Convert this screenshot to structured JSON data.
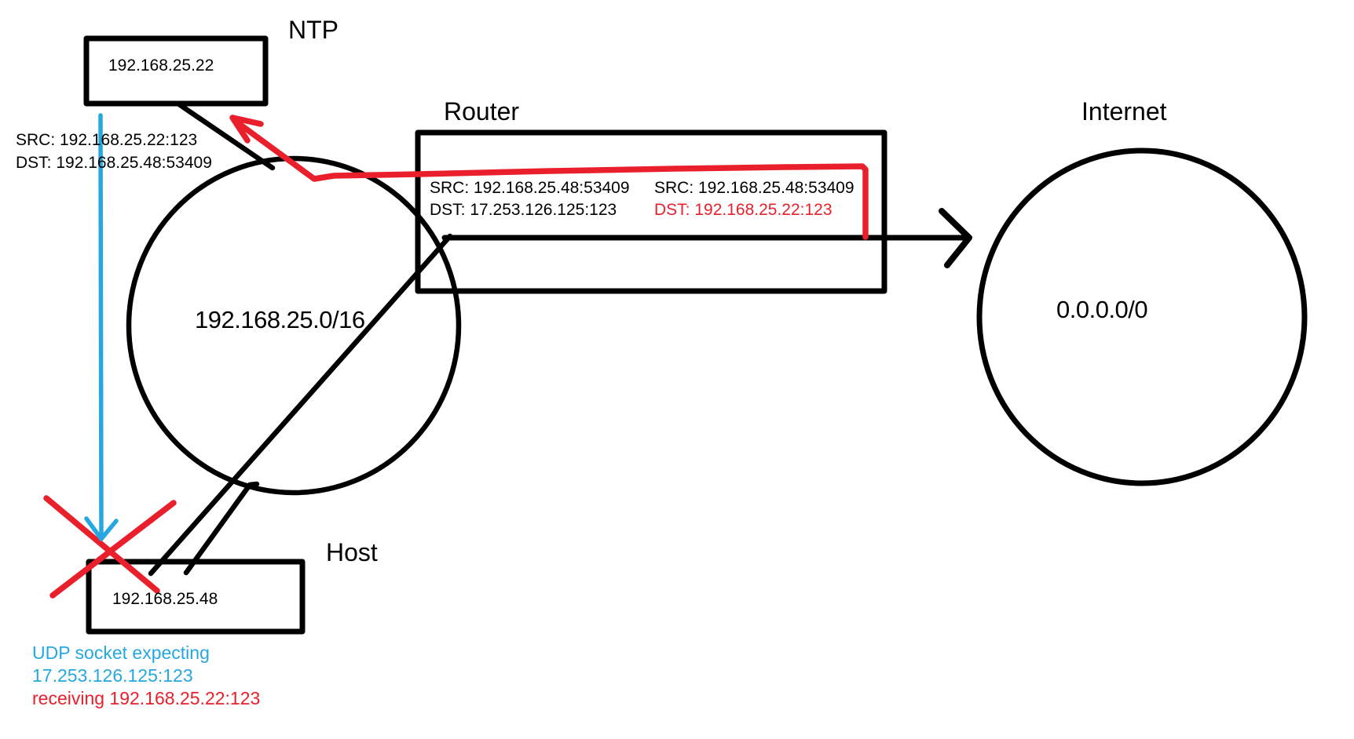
{
  "colors": {
    "red": "#e9202c",
    "blue": "#27a7df",
    "black": "#000000"
  },
  "nodes": {
    "ntp": {
      "label": "NTP",
      "ip": "192.168.25.22"
    },
    "router": {
      "label": "Router"
    },
    "host": {
      "label": "Host",
      "ip": "192.168.25.48"
    },
    "lan": {
      "cidr": "192.168.25.0/16"
    },
    "internet": {
      "label": "Internet",
      "cidr": "0.0.0.0/0"
    }
  },
  "packets": {
    "ntp_reply_lan": {
      "src": "SRC: 192.168.25.22:123",
      "dst": "DST: 192.168.25.48:53409"
    },
    "router_forward": {
      "src": "SRC: 192.168.25.48:53409",
      "dst": "DST: 17.253.126.125:123"
    },
    "router_rewritten": {
      "src": "SRC: 192.168.25.48:53409",
      "dst": "DST: 192.168.25.22:123"
    }
  },
  "note": {
    "line1": "UDP socket expecting",
    "line2": "17.253.126.125:123",
    "line3": "receiving 192.168.25.22:123"
  }
}
